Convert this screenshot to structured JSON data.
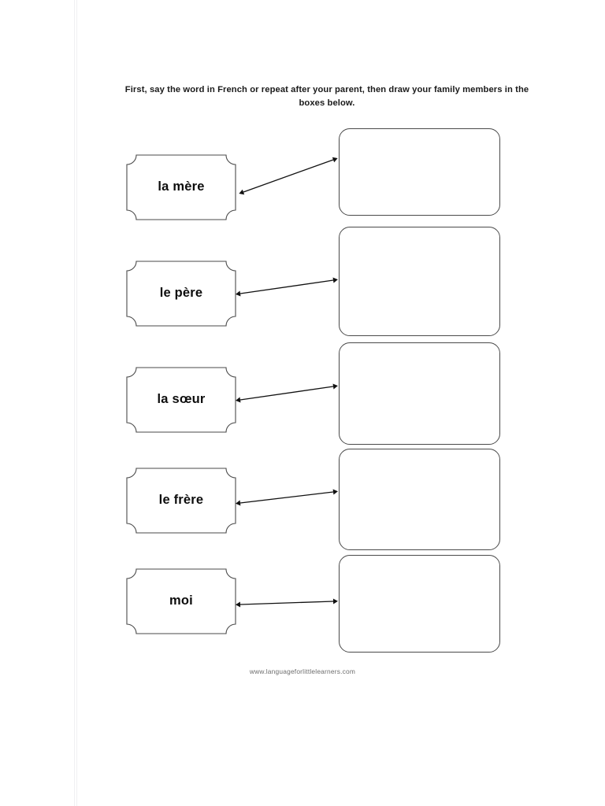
{
  "worksheet": {
    "instructions": "First, say the word in French or repeat after your parent, then draw your family members in the boxes below.",
    "footer_url": "www.languageforlittlelearners.com",
    "ink_color": "#4a4a4a",
    "text_color": "#0d0d0d",
    "page_background": "#ffffff"
  },
  "rows": [
    {
      "term": "la mère",
      "drawing_box_label": "drawing area for la mère"
    },
    {
      "term": "le père",
      "drawing_box_label": "drawing area for le père"
    },
    {
      "term": "la sœur",
      "drawing_box_label": "drawing area for la sœur"
    },
    {
      "term": "le frère",
      "drawing_box_label": "drawing area for le frère"
    },
    {
      "term": "moi",
      "drawing_box_label": "drawing area for moi"
    }
  ]
}
